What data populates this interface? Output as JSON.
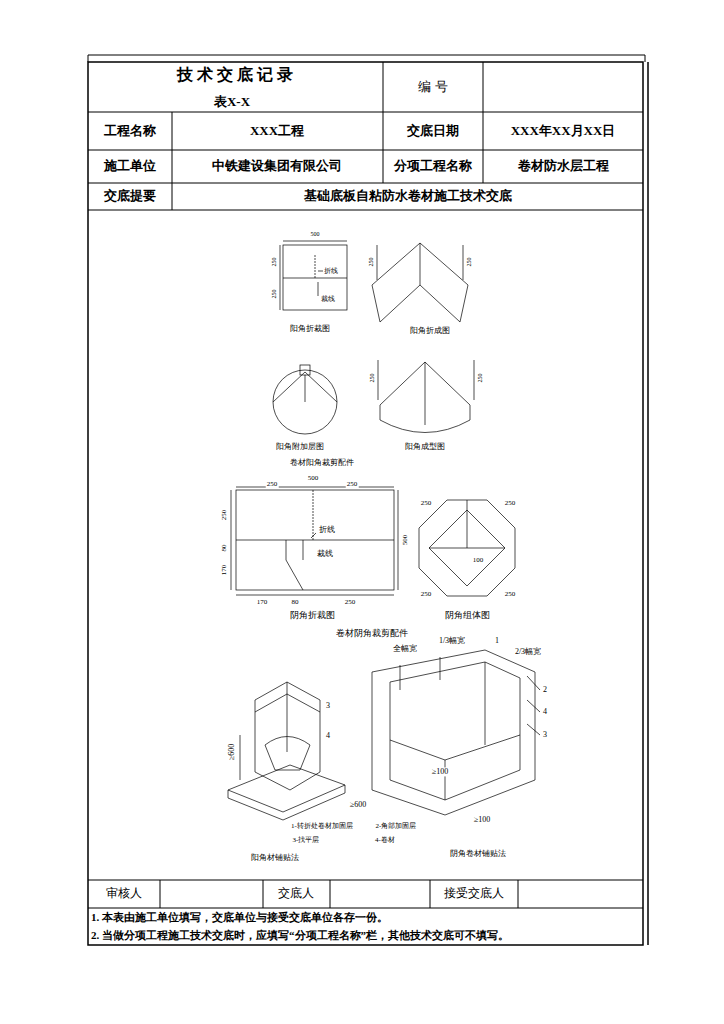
{
  "diagram": {
    "title": "技 术 交 底 记 录",
    "labels": [
      "表X-X",
      "编 号",
      "工程名称",
      "XXX工程",
      "交底日期",
      "XXX年XX月XX日",
      "施工单位",
      "中铁建设集团有限公司",
      "分项工程名称",
      "卷材防水层工程",
      "交底提要",
      "基础底板自粘防水卷材施工技术交底",
      "500",
      "250",
      "250",
      "折线",
      "裁线",
      "阳角折裁图",
      "250",
      "250",
      "阳角折成图",
      "阳角附加层图",
      "250",
      "250",
      "阳角成型图",
      "卷材阳角裁剪配件",
      "500",
      "250",
      "250",
      "250",
      "80",
      "170",
      "500",
      "170",
      "80",
      "250",
      "折线",
      "裁线",
      "阴角折裁图",
      "250",
      "250",
      "250",
      "250",
      "100",
      "阴角组体图",
      "卷材阴角裁剪配件",
      "3",
      "4",
      "≥600",
      "全幅宽",
      "1/3幅宽",
      "1",
      "2/3幅宽",
      "2",
      "4",
      "3",
      "≥100",
      "≥600",
      "≥100",
      "1-转折处卷材加固层",
      "2-角部加固层",
      "3-找平层",
      "4-卷材",
      "阳角材铺贴法",
      "阴角卷材铺贴法",
      "审核人",
      "交底人",
      "接受交底人",
      "1. 本表由施工单位填写，交底单位与接受交底单位各存一份。",
      "2. 当做分项工程施工技术交底时，应填写“分项工程名称”栏，其他技术交底可不填写。"
    ]
  }
}
